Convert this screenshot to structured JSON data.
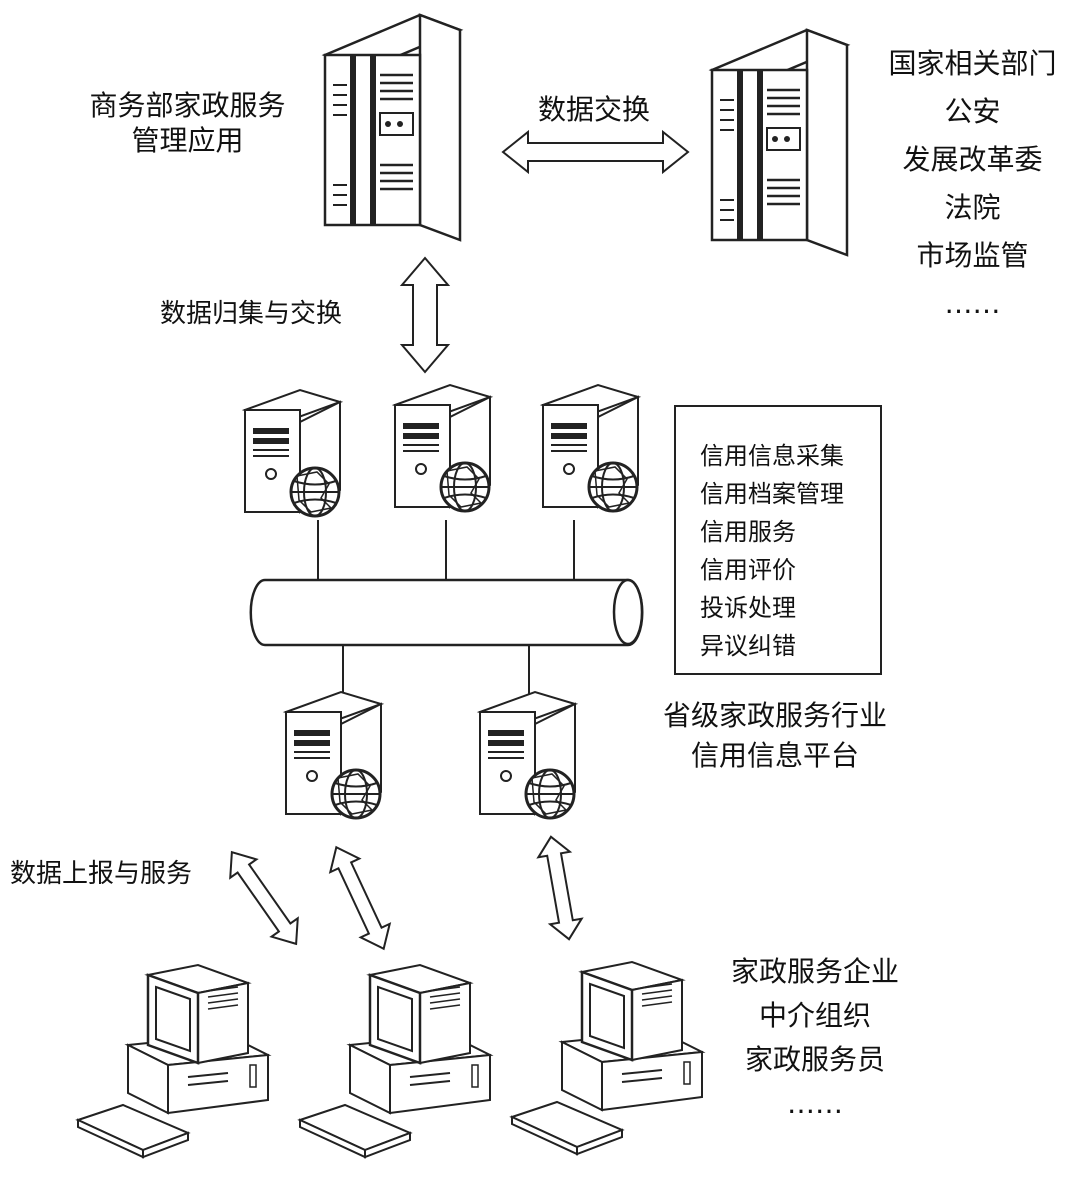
{
  "top": {
    "ministry_label": [
      "商务部家政服务",
      "管理应用"
    ],
    "exchange_label": "数据交换",
    "agencies_label": [
      "国家相关部门",
      "公安",
      "发展改革委",
      "法院",
      "市场监管",
      "……"
    ]
  },
  "middle": {
    "collect_label": "数据归集与交换",
    "functions": [
      "信用信息采集",
      "信用档案管理",
      "信用服务",
      "信用评价",
      "投诉处理",
      "异议纠错"
    ],
    "platform_label": [
      "省级家政服务行业",
      "信用信息平台"
    ]
  },
  "bottom": {
    "report_label": "数据上报与服务",
    "clients_label": [
      "家政服务企业",
      "中介组织",
      "家政服务员",
      "……"
    ]
  },
  "colors": {
    "line": "#222222",
    "fill": "#ffffff",
    "dark": "#222222"
  },
  "icons": [
    "rack-server-icon",
    "tower-server-icon",
    "globe-icon",
    "network-bus-icon",
    "double-arrow-icon",
    "desktop-computer-icon"
  ]
}
